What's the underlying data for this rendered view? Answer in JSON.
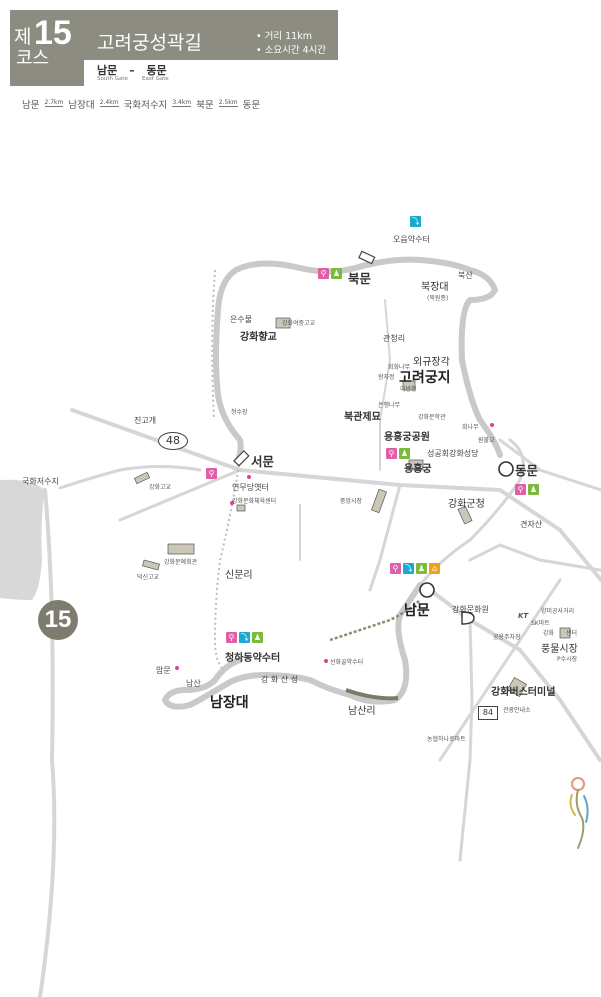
{
  "header": {
    "je": "제",
    "number": "15",
    "kos": "코스",
    "title": "고려궁성곽길",
    "info": [
      "• 거리 11km",
      "• 소요시간 4시간"
    ],
    "start_gate": "남문",
    "dash": "–",
    "end_gate": "동문",
    "start_gate_en": "South Gate",
    "end_gate_en": "East Gate"
  },
  "route": {
    "stops": [
      "남문",
      "남장대",
      "국화저수지",
      "북문",
      "동문"
    ],
    "distances": [
      "2.7km",
      "2.4km",
      "3.4km",
      "2.5km"
    ]
  },
  "labels": {
    "oeumyaksuteo": "오읍약수터",
    "bukmun": "북문",
    "buksan": "북산",
    "bukjangdae": "북장대",
    "bukwonjeong": "(북원종)",
    "eunsumul": "은수물",
    "ganghwa_girls_high": "강화여중고교",
    "ganghwa_hyanggyo": "강화향교",
    "gwancheongni": "관청리",
    "oegyujanggak": "외규장각",
    "huihoenamu": "회화나무",
    "goryeogungji": "고려궁지",
    "gamjicheong": "왕자정",
    "eunhaengnamu": "은행나무",
    "yeomhacheong": "이방청",
    "jingogae": "진고개",
    "cheongsujang": "청수장",
    "bukgwanjeje": "북관제묘",
    "ganghwa_munhakgwan": "강화문학관",
    "hoenamu": "회나무",
    "wonbulgyo": "원불교",
    "yongheunggung_park": "용흥궁공원",
    "seonggonghoe": "성공회강화성당",
    "yongheunggung": "용흥궁",
    "dongmun": "동문",
    "seomun": "서문",
    "gukhwa_reservoir": "국화저수지",
    "ganghwa_high": "강화고교",
    "yeonmudang": "연무당옛터",
    "ganghwa_sports_center": "강화문화체육센터",
    "jungang_market": "중앙시장",
    "ganghwa_county": "강화군청",
    "gyeonjasan": "견자산",
    "ganghwa_arts_hall": "강화문예회관",
    "deoksin_high": "덕신고교",
    "sinmunni": "신문리",
    "nammun": "남문",
    "ganghwa_culture_center": "강화문화원",
    "yangmi_junction": "양미공사거리",
    "kt": "KT",
    "sk_gas": "SK마트",
    "public_parking": "공용주차장",
    "ganghwa_center": "강화",
    "sentuh": "센터",
    "pungmul_market": "풍물시장",
    "p_market": "P수시장",
    "cheongha_yaksuteo": "청하동약수터",
    "seonhwa_yaksuteo": "선화골약수터",
    "immun": "암문",
    "namsan": "남산",
    "ganghwa_sanseong": "강 화 산 성",
    "namjangdae": "남장대",
    "namsanni": "남산리",
    "ganghwa_bus_terminal": "강화버스터미널",
    "tourist_info": "관광안내소",
    "nonghyup": "농협하나로마트",
    "route48": "48",
    "route84": "84",
    "course_badge": "15"
  },
  "colors": {
    "header_bg": "#8d8c80",
    "road": "#d5d5d5",
    "trail": "#c2c2c2",
    "wall_dotted": "#bdbdbd",
    "water": "#d6d6d6",
    "amenity_pink": "#e060a8",
    "amenity_green": "#7cba3c",
    "amenity_teal": "#1aaad0",
    "amenity_orange": "#f2a01a"
  }
}
